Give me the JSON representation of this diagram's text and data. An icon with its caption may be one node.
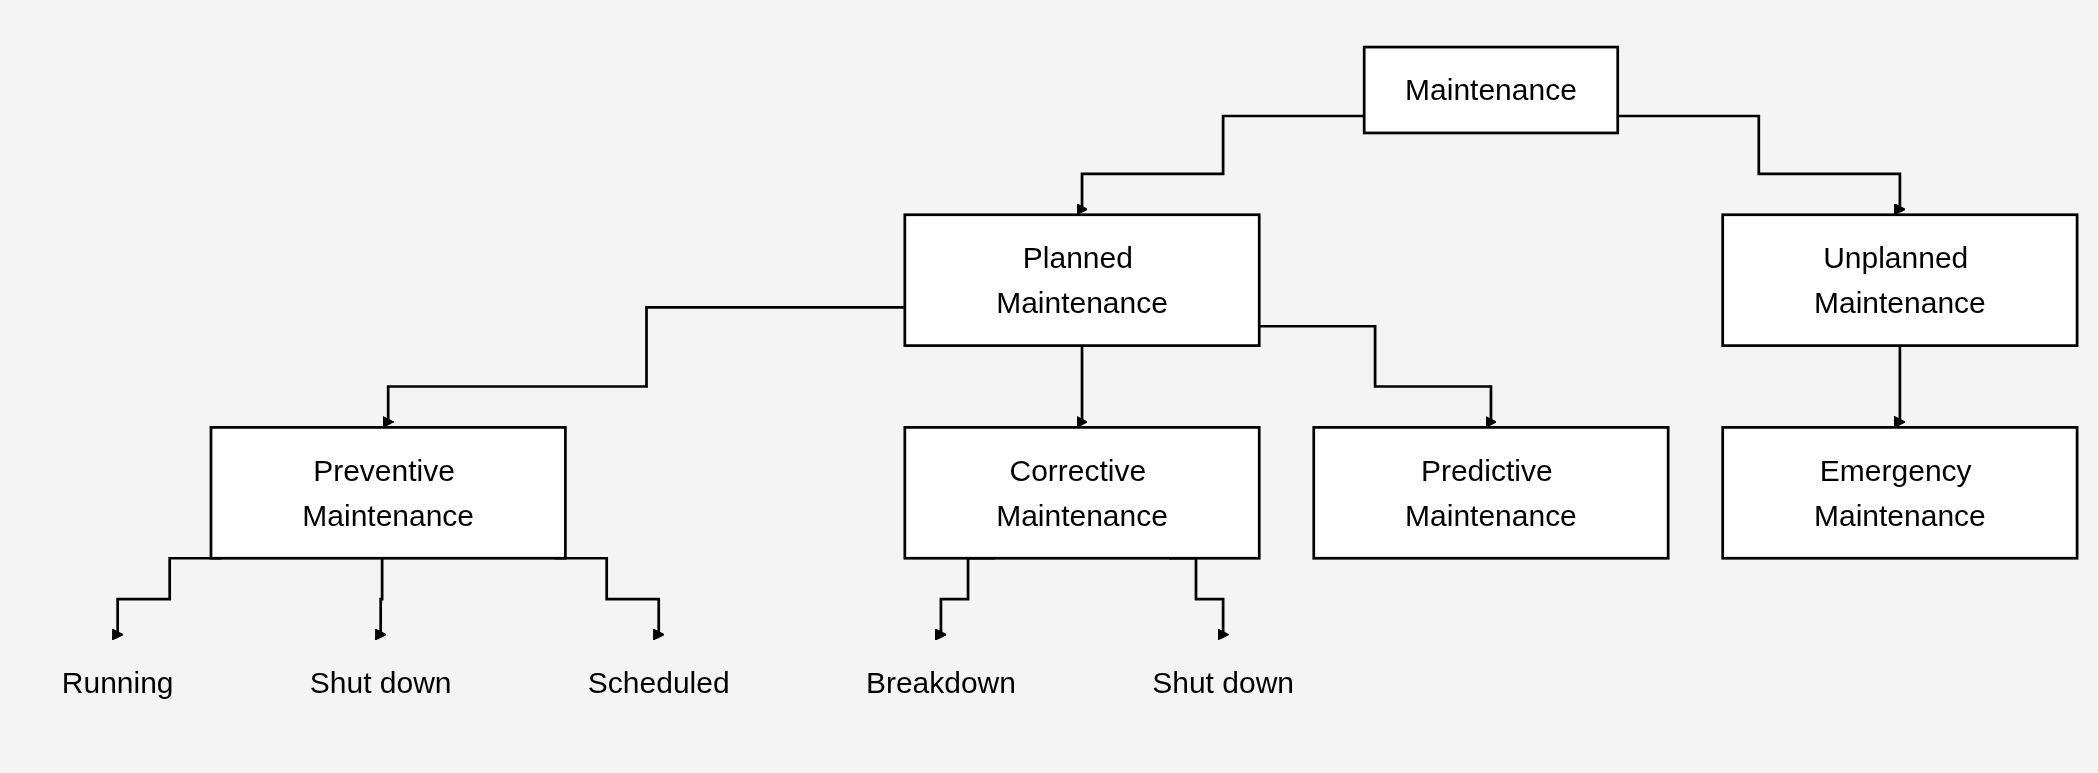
{
  "diagram": {
    "nodes": [
      {
        "text": [
          "Maintenance"
        ]
      },
      {
        "text": [
          "Planned Maintenance"
        ]
      },
      {
        "text": [
          "Unplanned Maintenance"
        ]
      },
      {
        "text": [
          "Preventive Maintenance"
        ]
      },
      {
        "text": [
          "Emergency Maintenance"
        ]
      },
      {
        "text": [
          "Running"
        ]
      },
      {
        "text": [
          "Shut down"
        ]
      },
      {
        "text": [
          "Scheduled"
        ]
      },
      {
        "text": [
          "Corrective Maintenance"
        ]
      },
      {
        "text": [
          "Breakdown"
        ]
      },
      {
        "text": [
          "Shut down"
        ]
      },
      {
        "text": [
          "Predictive Maintenance"
        ]
      }
    ],
    "edges": [
      {
        "from": 0,
        "to": 1,
        "arrow": "to"
      },
      {
        "from": 0,
        "to": 2,
        "arrow": "to"
      },
      {
        "from": 1,
        "to": 3,
        "arrow": "to"
      },
      {
        "from": 1,
        "to": 8,
        "arrow": "to"
      },
      {
        "from": 1,
        "to": 11,
        "arrow": "to"
      },
      {
        "from": 2,
        "to": 4,
        "arrow": "to"
      },
      {
        "from": 3,
        "to": 5,
        "arrow": "to"
      },
      {
        "from": 3,
        "to": 6,
        "arrow": "to"
      },
      {
        "from": 3,
        "to": 7,
        "arrow": "to"
      },
      {
        "from": 8,
        "to": 9,
        "arrow": "to"
      },
      {
        "from": 8,
        "to": 10,
        "arrow": "to"
      }
    ]
  }
}
